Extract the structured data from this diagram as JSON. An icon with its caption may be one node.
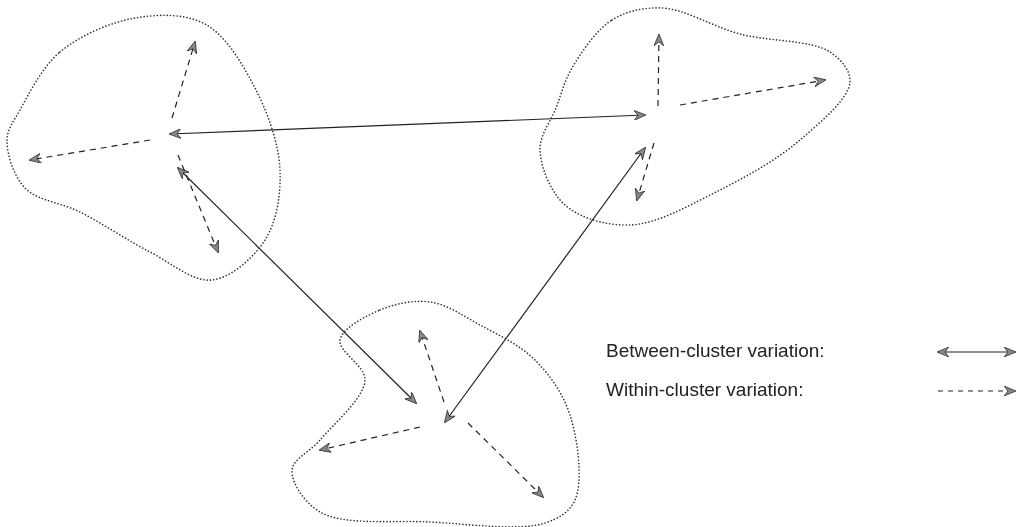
{
  "diagram": {
    "nodes": [
      {
        "text": [],
        "shape": "cloud"
      },
      {
        "text": [],
        "shape": "cloud"
      },
      {
        "text": [],
        "shape": "cloud"
      }
    ],
    "edges": [
      {
        "from": 0,
        "to": 1,
        "arrow": "both"
      },
      {
        "from": 0,
        "to": 2,
        "arrow": "both"
      },
      {
        "from": 1,
        "to": 2,
        "arrow": "both"
      }
    ],
    "legend": [
      {
        "text": "Between-cluster variation:"
      },
      {
        "text": "Within-cluster variation:"
      }
    ]
  }
}
